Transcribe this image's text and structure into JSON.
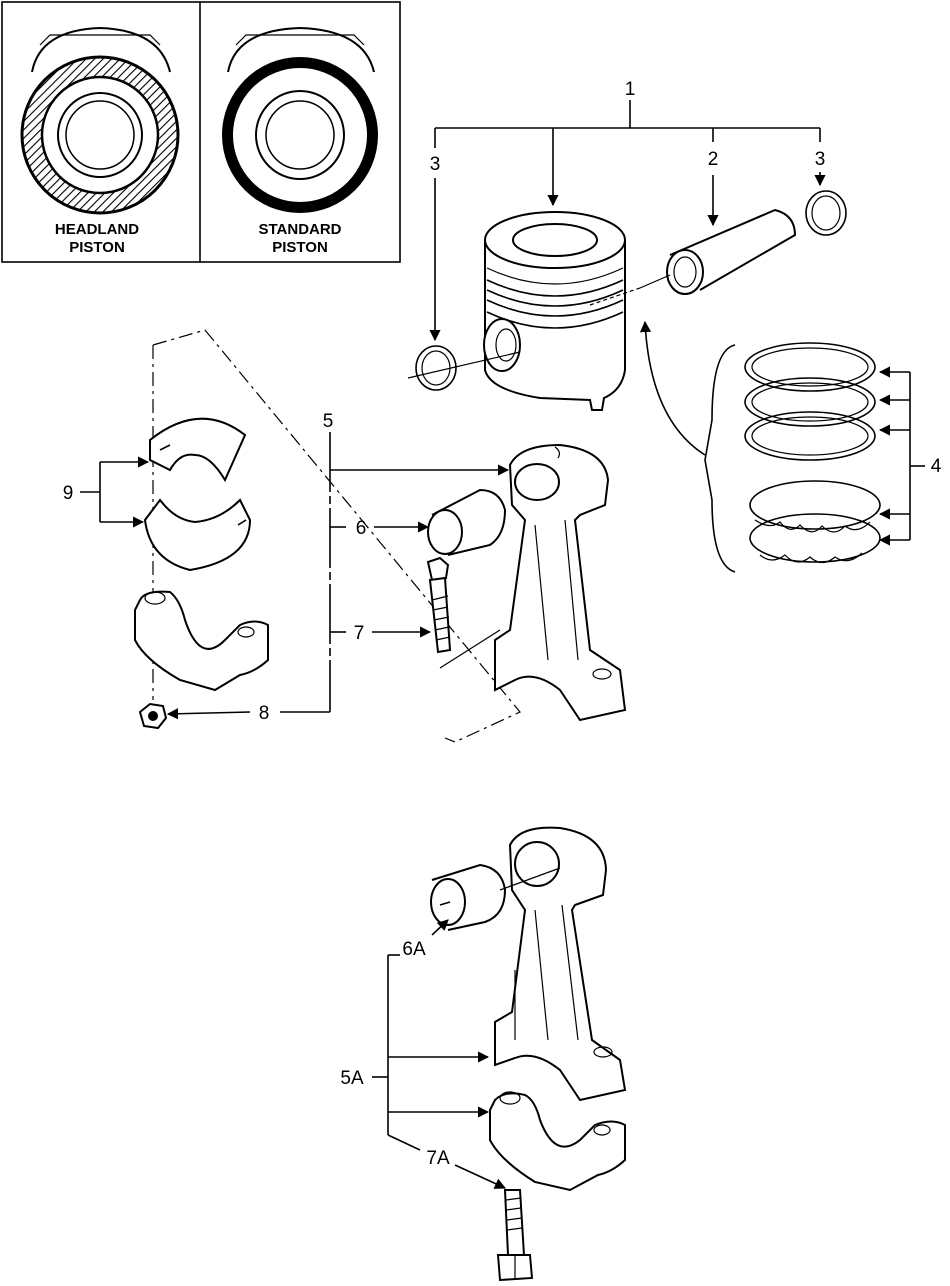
{
  "inset": {
    "headland_line1": "HEADLAND",
    "headland_line2": "PISTON",
    "standard_line1": "STANDARD",
    "standard_line2": "PISTON"
  },
  "callouts": {
    "c1": "1",
    "c2": "2",
    "c3a": "3",
    "c3b": "3",
    "c4": "4",
    "c5": "5",
    "c6": "6",
    "c7": "7",
    "c8": "8",
    "c9": "9",
    "c5a": "5A",
    "c6a": "6A",
    "c7a": "7A"
  }
}
